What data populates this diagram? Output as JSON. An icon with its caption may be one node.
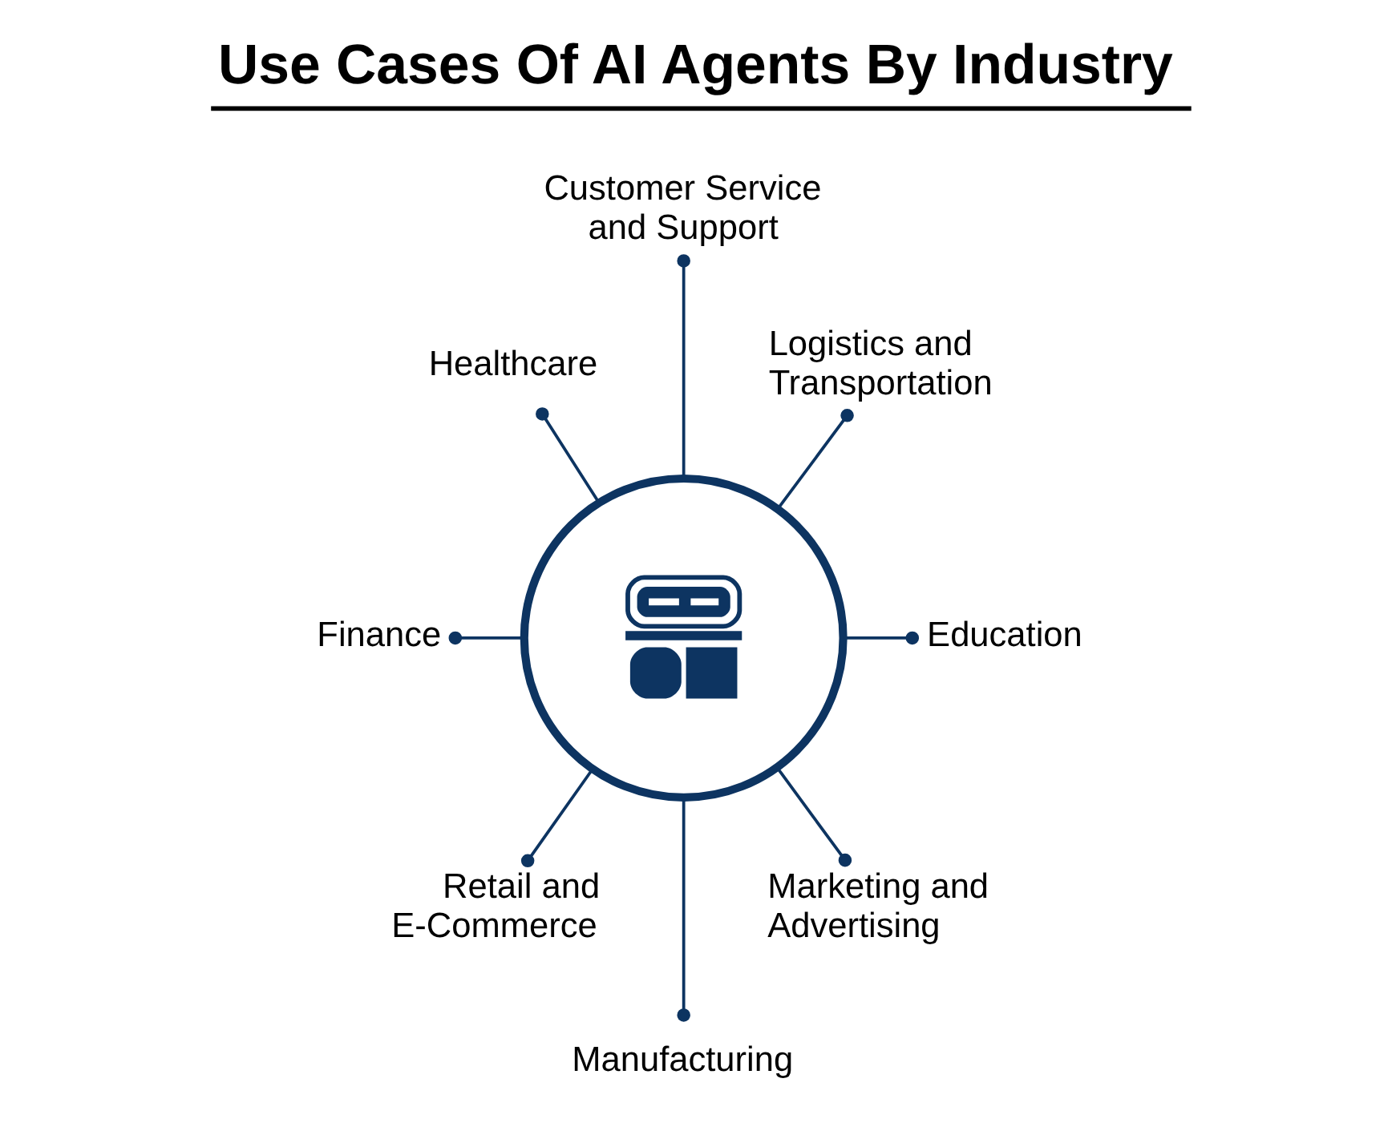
{
  "diagram": {
    "title": "Use Cases Of AI Agents By Industry",
    "nodes": [
      {
        "text": [
          "Customer Service and Support"
        ]
      },
      {
        "text": [
          "Healthcare"
        ]
      },
      {
        "text": [
          "Logistics and Transportation"
        ]
      },
      {
        "text": [],
        "shape": "circle"
      },
      {
        "text": [
          "Finance"
        ]
      },
      {
        "text": [
          "Education"
        ]
      },
      {
        "text": [
          "Retail and E-Commerce"
        ]
      },
      {
        "text": [
          "Marketing and Advertising"
        ]
      },
      {
        "text": [
          "Manufacturing"
        ]
      }
    ],
    "edges": [
      {
        "from": 3,
        "to": 0,
        "arrow": "other"
      },
      {
        "from": 3,
        "to": 1,
        "arrow": "other"
      },
      {
        "from": 3,
        "to": 2,
        "arrow": "other"
      },
      {
        "from": 3,
        "to": 4,
        "arrow": "other"
      },
      {
        "from": 3,
        "to": 5,
        "arrow": "other"
      },
      {
        "from": 3,
        "to": 6,
        "arrow": "other"
      },
      {
        "from": 3,
        "to": 7,
        "arrow": "other"
      },
      {
        "from": 3,
        "to": 8,
        "arrow": "other"
      }
    ]
  }
}
